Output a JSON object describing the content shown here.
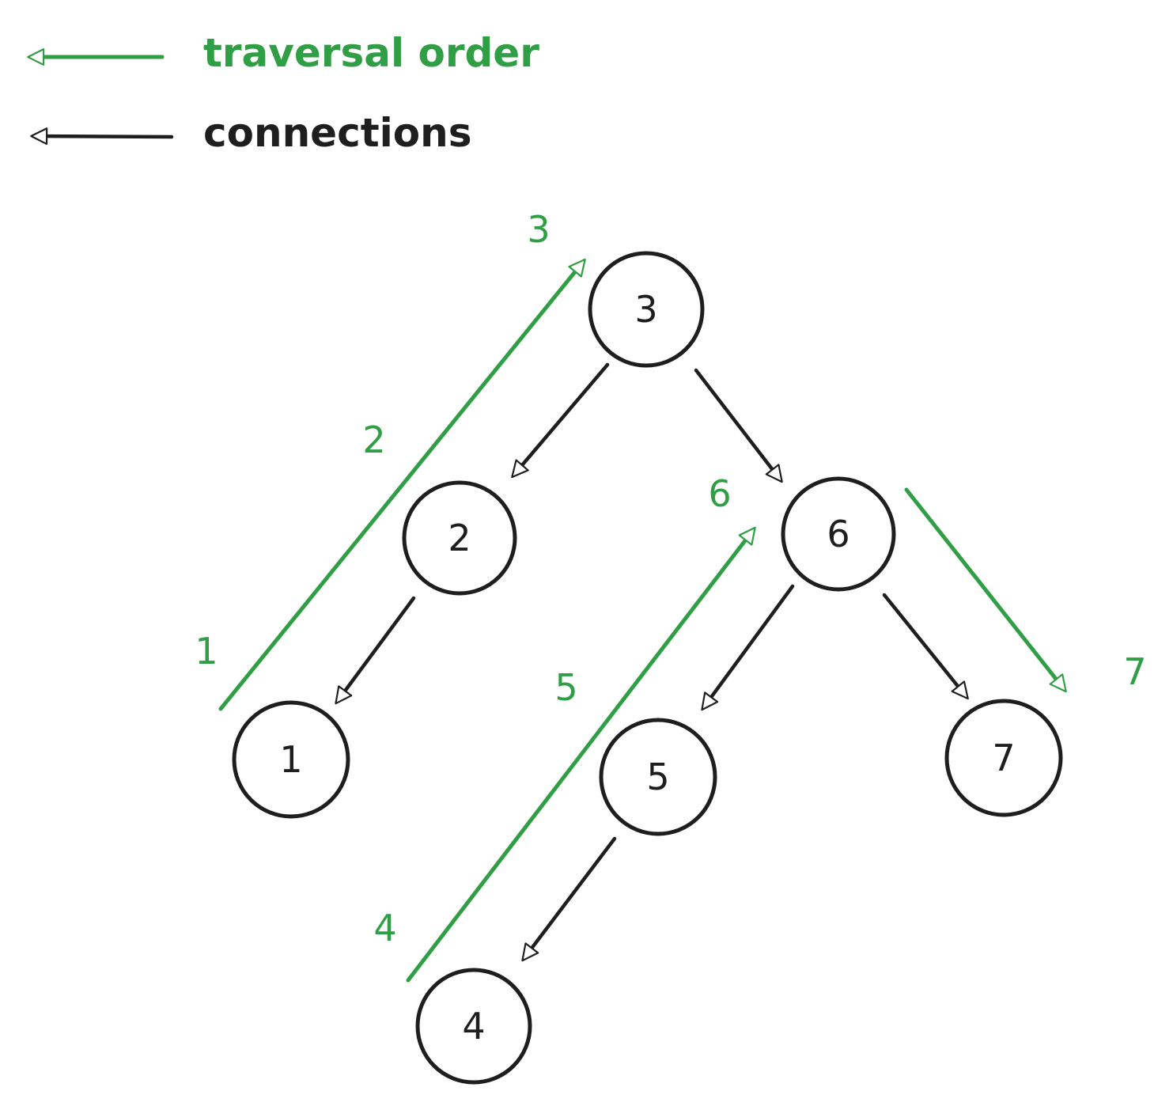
{
  "legend": {
    "traversal_label": "traversal order",
    "connections_label": "connections"
  },
  "colors": {
    "traversal": "#2f9e44",
    "connection": "#1e1e1e",
    "background": "#ffffff"
  },
  "nodes": [
    {
      "id": "n3",
      "label": "3"
    },
    {
      "id": "n2",
      "label": "2"
    },
    {
      "id": "n6",
      "label": "6"
    },
    {
      "id": "n1",
      "label": "1"
    },
    {
      "id": "n5",
      "label": "5"
    },
    {
      "id": "n7",
      "label": "7"
    },
    {
      "id": "n4",
      "label": "4"
    }
  ],
  "connections": [
    {
      "from": "3",
      "to": "2"
    },
    {
      "from": "3",
      "to": "6"
    },
    {
      "from": "2",
      "to": "1"
    },
    {
      "from": "6",
      "to": "5"
    },
    {
      "from": "6",
      "to": "7"
    },
    {
      "from": "5",
      "to": "4"
    }
  ],
  "traversal_labels": [
    "1",
    "2",
    "3",
    "4",
    "5",
    "6",
    "7"
  ]
}
